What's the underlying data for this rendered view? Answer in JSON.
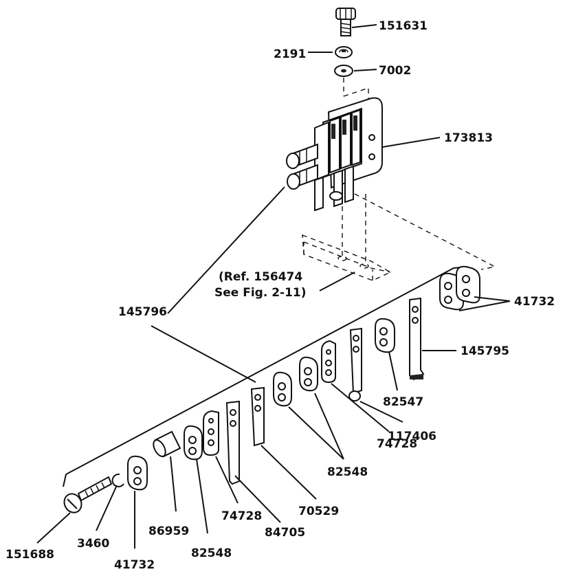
{
  "diagram": {
    "part_numbers": {
      "screw_top": "151631",
      "lock_washer_top": "2191",
      "flat_washer_top": "7002",
      "bracket_assembly": "173813",
      "reference_note_line1": "(Ref. 156474",
      "reference_note_line2": "See Fig. 2-11)",
      "stud": "145796",
      "end_insulators": "41732",
      "contact_spring_right": "145795",
      "insulator_82547": "82547",
      "contact_117406": "117406",
      "contact_74728_right": "74728",
      "insulators_82548_right": "82548",
      "contact_70529": "70529",
      "contact_84705": "84705",
      "contact_74728_left": "74728",
      "sleeve": "86959",
      "insulator_82548_left": "82548",
      "insulator_41732_left": "41732",
      "retaining_ring": "3460",
      "screw_bottom": "151688"
    }
  }
}
